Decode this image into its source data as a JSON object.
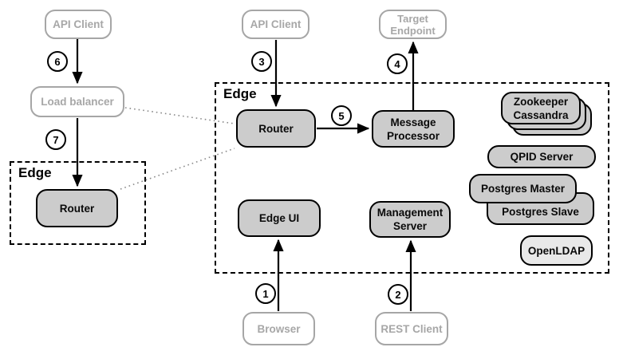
{
  "diagram": {
    "groups": {
      "edge_main": {
        "label": "Edge"
      },
      "edge_left": {
        "label": "Edge"
      }
    },
    "nodes": {
      "api_client_left": {
        "label": "API Client"
      },
      "load_balancer": {
        "label": "Load balancer"
      },
      "router_left": {
        "label": "Router"
      },
      "api_client_top": {
        "label": "API Client"
      },
      "target_endpoint": {
        "lines": [
          "Target",
          "Endpoint"
        ]
      },
      "router_main": {
        "label": "Router"
      },
      "message_processor": {
        "lines": [
          "Message",
          "Processor"
        ]
      },
      "zookeeper_cassandra": {
        "lines": [
          "Zookeeper",
          "Cassandra"
        ]
      },
      "qpid_server": {
        "label": "QPID Server"
      },
      "postgres_master": {
        "label": "Postgres Master"
      },
      "postgres_slave": {
        "label": "Postgres Slave"
      },
      "openldap": {
        "label": "OpenLDAP"
      },
      "edge_ui": {
        "label": "Edge UI"
      },
      "management_server": {
        "lines": [
          "Management",
          "Server"
        ]
      },
      "browser": {
        "label": "Browser"
      },
      "rest_client": {
        "label": "REST Client"
      }
    },
    "steps": {
      "s1": "1",
      "s2": "2",
      "s3": "3",
      "s4": "4",
      "s5": "5",
      "s6": "6",
      "s7": "7"
    },
    "colors": {
      "node_fill": "#cccccc",
      "node_border": "#000000",
      "openldap_fill": "#e9e9e9",
      "light_border": "#a6a6a6",
      "light_text": "#a7a7a7",
      "dotted_line": "#8a8a8a"
    }
  }
}
